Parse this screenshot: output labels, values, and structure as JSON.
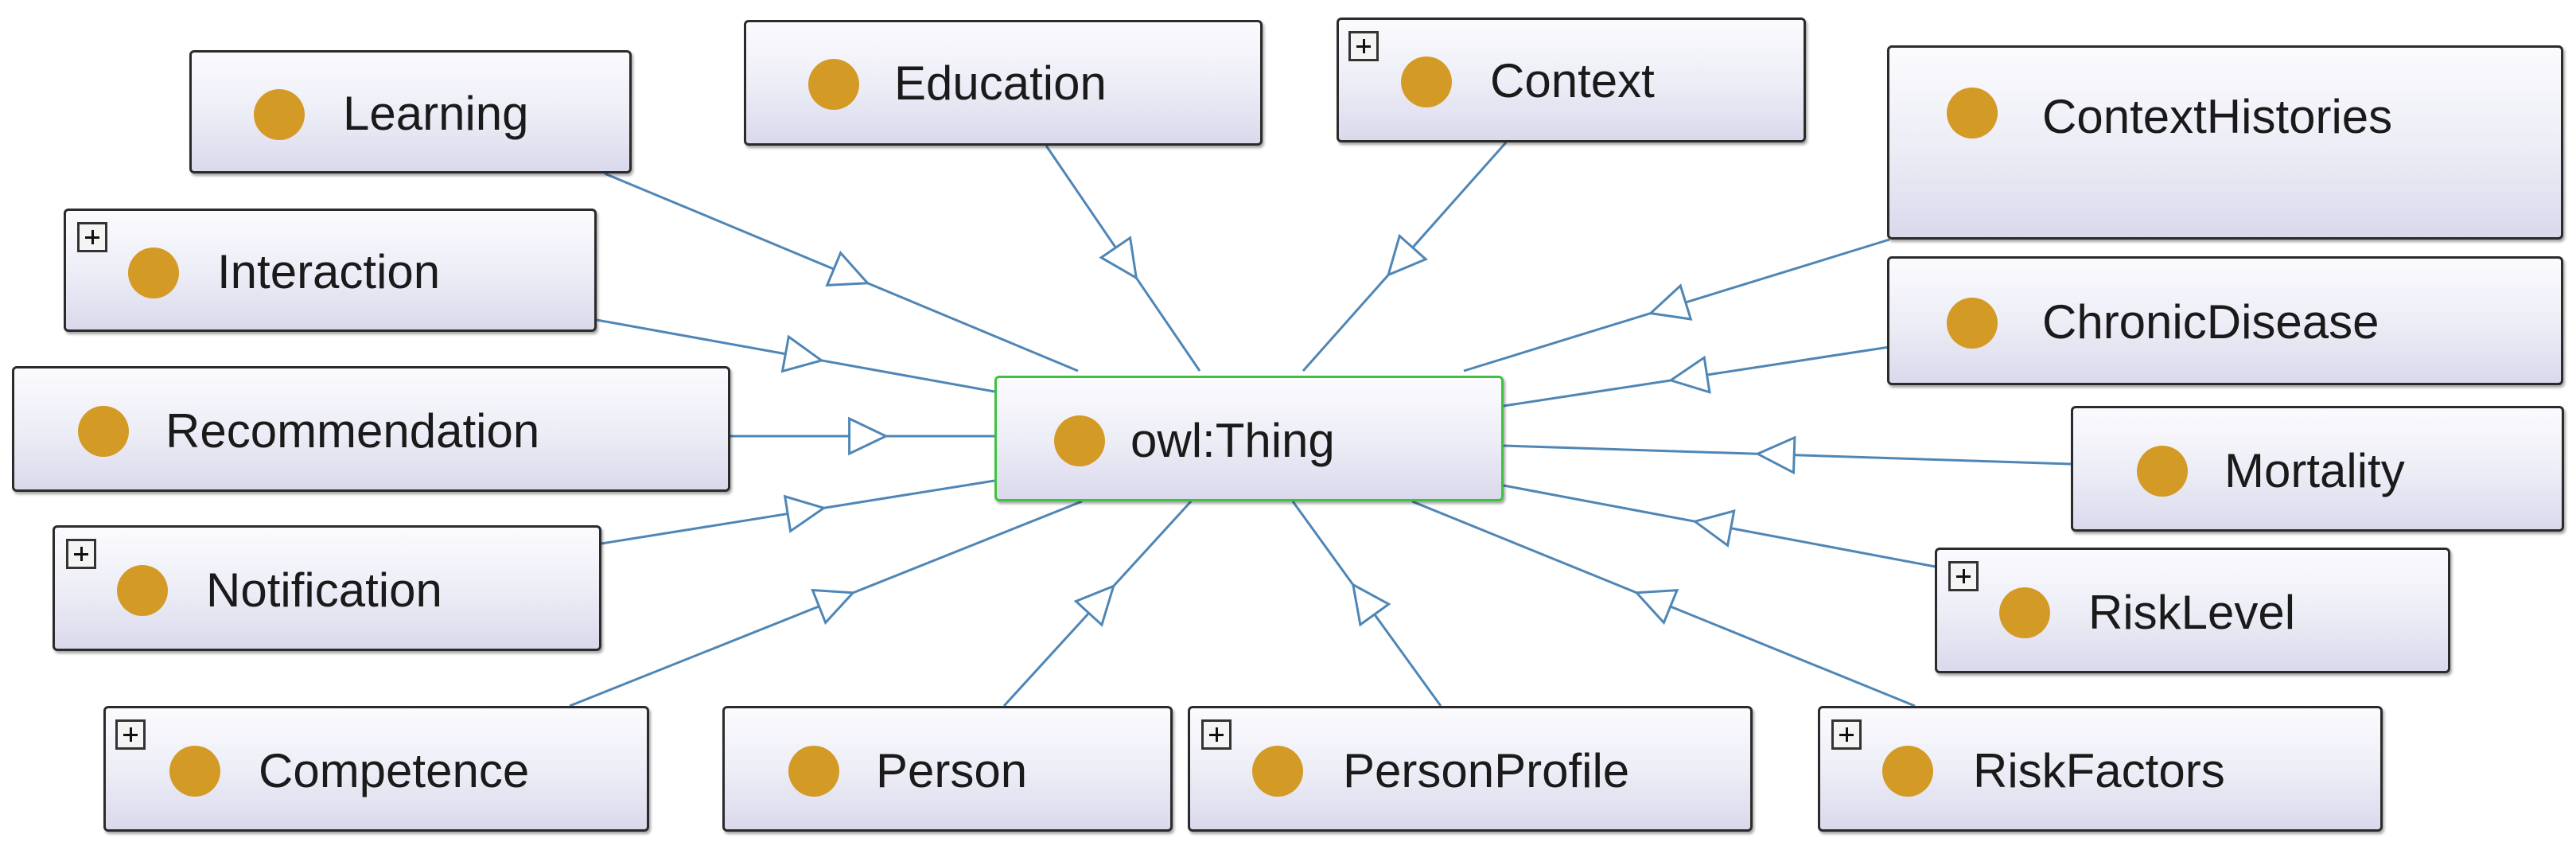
{
  "diagram": {
    "root": {
      "label": "owl:Thing"
    },
    "nodes": [
      {
        "id": "learning",
        "label": "Learning",
        "expandable": false
      },
      {
        "id": "education",
        "label": "Education",
        "expandable": false
      },
      {
        "id": "context",
        "label": "Context",
        "expandable": true
      },
      {
        "id": "contexthistories",
        "label": "ContextHistories",
        "expandable": false
      },
      {
        "id": "interaction",
        "label": "Interaction",
        "expandable": true
      },
      {
        "id": "chronicdisease",
        "label": "ChronicDisease",
        "expandable": false
      },
      {
        "id": "recommendation",
        "label": "Recommendation",
        "expandable": false
      },
      {
        "id": "mortality",
        "label": "Mortality",
        "expandable": false
      },
      {
        "id": "notification",
        "label": "Notification",
        "expandable": true
      },
      {
        "id": "risklevel",
        "label": "RiskLevel",
        "expandable": true
      },
      {
        "id": "competence",
        "label": "Competence",
        "expandable": true
      },
      {
        "id": "person",
        "label": "Person",
        "expandable": false
      },
      {
        "id": "personprofile",
        "label": "PersonProfile",
        "expandable": true
      },
      {
        "id": "riskfactors",
        "label": "RiskFactors",
        "expandable": true
      }
    ],
    "colors": {
      "class_dot": "#d49a26",
      "edge": "#4f86b5",
      "root_border": "#3fc23f",
      "node_border": "#2b2b2b"
    },
    "icons": {
      "class": "class-dot-icon",
      "expand": "plus-expand-icon"
    }
  }
}
